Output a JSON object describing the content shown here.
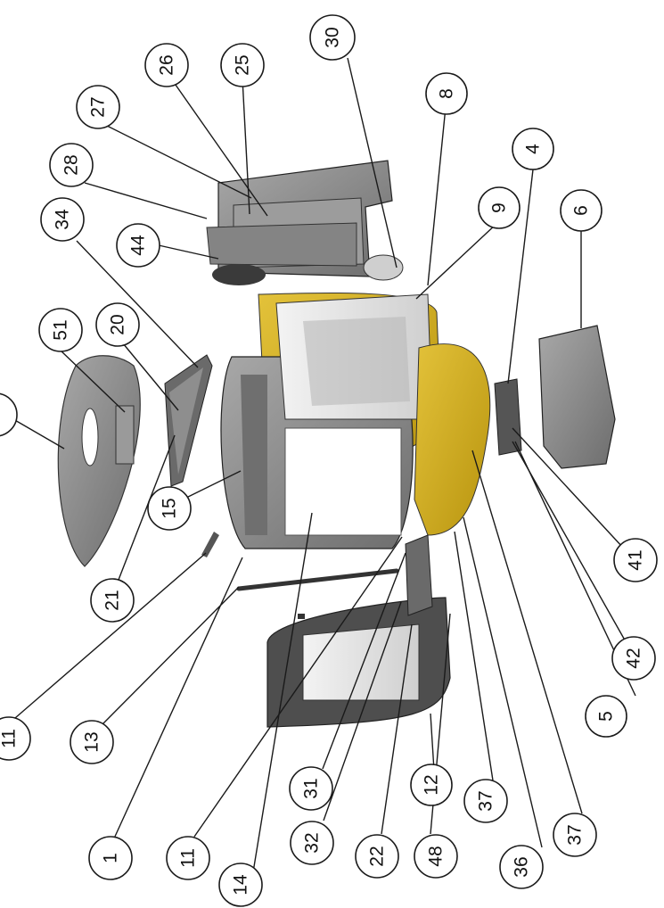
{
  "diagram": {
    "callouts": [
      {
        "id": "c-30",
        "label": "30"
      },
      {
        "id": "c-8",
        "label": "8"
      },
      {
        "id": "c-26",
        "label": "26"
      },
      {
        "id": "c-25",
        "label": "25"
      },
      {
        "id": "c-27",
        "label": "27"
      },
      {
        "id": "c-28",
        "label": "28"
      },
      {
        "id": "c-4",
        "label": "4"
      },
      {
        "id": "c-9",
        "label": "9"
      },
      {
        "id": "c-6",
        "label": "6"
      },
      {
        "id": "c-34",
        "label": "34"
      },
      {
        "id": "c-44",
        "label": "44"
      },
      {
        "id": "c-51",
        "label": "51"
      },
      {
        "id": "c-20",
        "label": "20"
      },
      {
        "id": "c-15",
        "label": "15"
      },
      {
        "id": "c-21",
        "label": "21"
      },
      {
        "id": "c-11a",
        "label": "11"
      },
      {
        "id": "c-13",
        "label": "13"
      },
      {
        "id": "c-1",
        "label": "1"
      },
      {
        "id": "c-11b",
        "label": "11"
      },
      {
        "id": "c-14",
        "label": "14"
      },
      {
        "id": "c-31",
        "label": "31"
      },
      {
        "id": "c-32",
        "label": "32"
      },
      {
        "id": "c-22",
        "label": "22"
      },
      {
        "id": "c-48",
        "label": "48"
      },
      {
        "id": "c-12",
        "label": "12"
      },
      {
        "id": "c-37a",
        "label": "37"
      },
      {
        "id": "c-36",
        "label": "36"
      },
      {
        "id": "c-37b",
        "label": "37"
      },
      {
        "id": "c-5",
        "label": "5"
      },
      {
        "id": "c-42",
        "label": "42"
      },
      {
        "id": "c-41",
        "label": "41"
      },
      {
        "id": "c-edge",
        "label": ""
      }
    ],
    "colors": {
      "line": "#1a1a1a",
      "part_gray": "#8a8a8a",
      "part_dark": "#5c5c5c",
      "part_light": "#b5b5b5",
      "yellow": "#d9b21c",
      "glass": "#e6e6e6"
    }
  }
}
